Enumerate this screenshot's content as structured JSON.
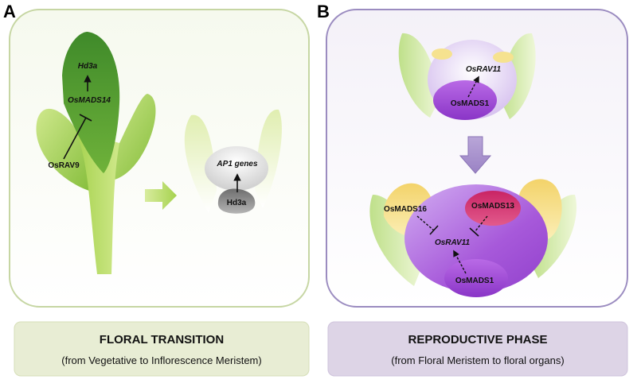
{
  "panel_a": {
    "letter": "A",
    "labels": {
      "hd3a_top": "Hd3a",
      "osmads14": "OsMADS14",
      "osrav9": "OsRAV9",
      "ap1_genes": "AP1 genes",
      "hd3a_bottom": "Hd3a"
    },
    "caption": {
      "title": "FLORAL TRANSITION",
      "subtitle": "(from Vegetative to Inflorescence Meristem)"
    }
  },
  "panel_b": {
    "letter": "B",
    "labels": {
      "osrav11_top": "OsRAV11",
      "osmads1_top": "OsMADS1",
      "osmads16": "OsMADS16",
      "osmads13": "OsMADS13",
      "osrav11_bottom": "OsRAV11",
      "osmads1_bottom": "OsMADS1"
    },
    "caption": {
      "title": "REPRODUCTIVE PHASE",
      "subtitle": "(from Floral Meristem to floral organs)"
    }
  },
  "colors": {
    "panel_a_border": "#c6d6a3",
    "panel_b_border": "#9b8cc0",
    "leaf_green": "#9ccc4a",
    "leaf_dark_green": "#4f9a2e",
    "osmads13_magenta": "#d6366f",
    "purple": "#a24fd6",
    "caption_a_bg": "#e8edd4",
    "caption_b_bg": "#ddd4e6"
  }
}
